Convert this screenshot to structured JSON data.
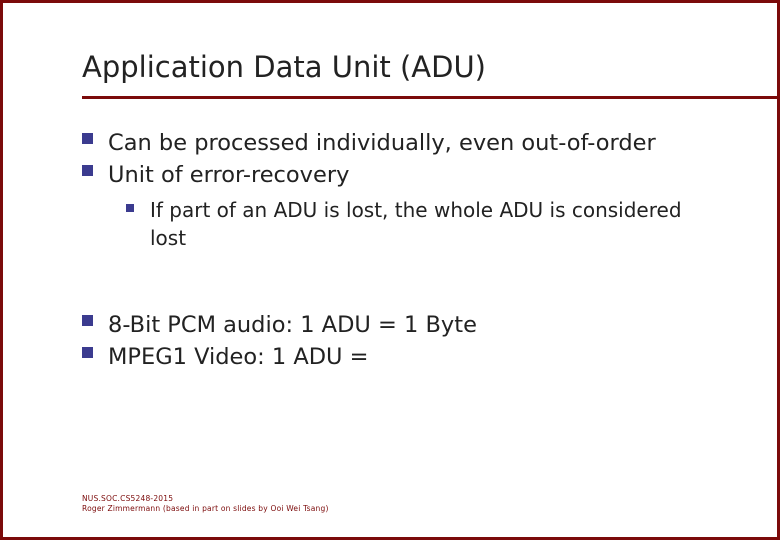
{
  "slide": {
    "title": "Application Data Unit (ADU)",
    "accent_color": "#7b0a0a",
    "bullet_color": "#3b3b8f",
    "bullets": [
      {
        "level": 1,
        "text": "Can be processed individually, even out-of-order"
      },
      {
        "level": 1,
        "text": "Unit of error-recovery"
      },
      {
        "level": 2,
        "text": "If part of an ADU is lost, the whole ADU is considered lost"
      },
      {
        "level": 1,
        "text": "8-Bit PCM audio:  1 ADU = 1 Byte"
      },
      {
        "level": 1,
        "text": "MPEG1 Video:  1 ADU ="
      }
    ],
    "footer": {
      "line1": "NUS.SOC.CS5248-2015",
      "line2": "Roger Zimmermann (based in part on slides by Ooi Wei Tsang)"
    }
  }
}
